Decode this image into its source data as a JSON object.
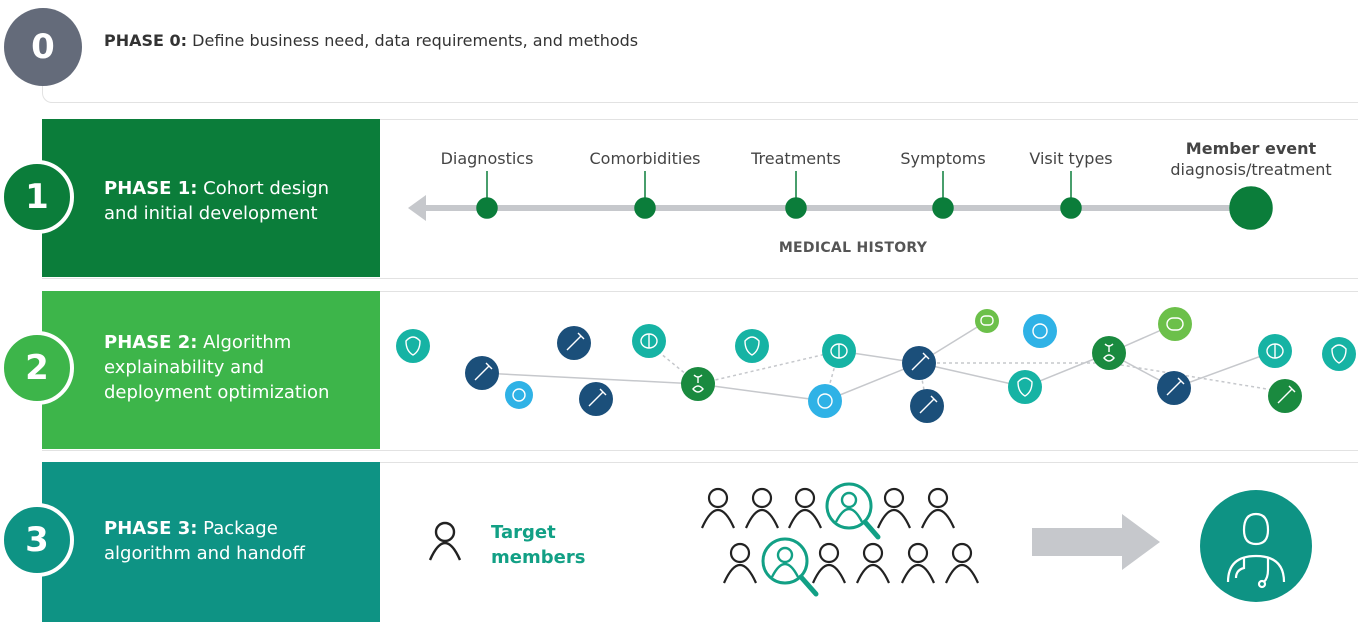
{
  "phase0": {
    "number": "0",
    "title": "PHASE 0:",
    "text": "Define business need, data requirements, and methods"
  },
  "phase1": {
    "number": "1",
    "title": "PHASE 1:",
    "text_line1": "Cohort design",
    "text_line2": "and initial development",
    "timeline": {
      "items": [
        "Diagnostics",
        "Comorbidities",
        "Treatments",
        "Symptoms",
        "Visit types"
      ],
      "event_title": "Member event",
      "event_subtitle": "diagnosis/treatment",
      "axis_label": "MEDICAL HISTORY"
    }
  },
  "phase2": {
    "number": "2",
    "title": "PHASE 2:",
    "text_line1": "Algorithm",
    "text_line2": "explainability and",
    "text_line3": "deployment optimization",
    "node_types": [
      "heart-icon",
      "syringe-icon",
      "virus-icon",
      "brain-icon",
      "organ-icon",
      "pill-icon"
    ]
  },
  "phase3": {
    "number": "3",
    "title": "PHASE 3:",
    "text_line1": "Package",
    "text_line2": "algorithm and handoff",
    "target_line1": "Target",
    "target_line2": "members"
  },
  "colors": {
    "phase0": "#646b7a",
    "phase1": "#0b7d3a",
    "phase2": "#3db54a",
    "phase3": "#0e9384",
    "teal": "#16b3a4",
    "navy": "#1b4f7a",
    "sky": "#2fb2e6",
    "green": "#1a8a3f",
    "lime": "#6cc04a",
    "gray": "#c6c8cc"
  }
}
